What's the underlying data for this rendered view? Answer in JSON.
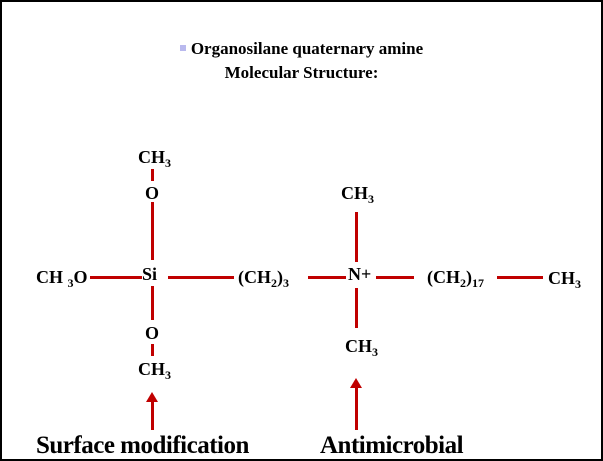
{
  "title": {
    "line1": "Organosilane quaternary amine",
    "line2": "Molecular Structure:"
  },
  "atoms": {
    "ch3_top_left": {
      "base": "CH",
      "sub": "3"
    },
    "o_top": "O",
    "ch3o_left": {
      "a": "CH",
      "sub": "3",
      "b": "O"
    },
    "si": "Si",
    "ch2_3": {
      "a": "(CH",
      "sub": "2",
      "b": ")",
      "sub2": "3"
    },
    "n_plus": "N+",
    "ch2_17": {
      "a": "(CH",
      "sub": "2",
      "b": ")",
      "sub2": "17"
    },
    "ch3_right": {
      "base": "CH",
      "sub": "3"
    },
    "ch3_top_right": {
      "base": "CH",
      "sub": "3"
    },
    "o_bottom": "O",
    "ch3_bottom_left": {
      "base": "CH",
      "sub": "3"
    },
    "ch3_bottom_right": {
      "base": "CH",
      "sub": "3"
    }
  },
  "labels": {
    "surface": "Surface modification",
    "antimicrobial": "Antimicrobial"
  },
  "colors": {
    "bond": "#c00000",
    "bullet": "#b9b9ee"
  }
}
